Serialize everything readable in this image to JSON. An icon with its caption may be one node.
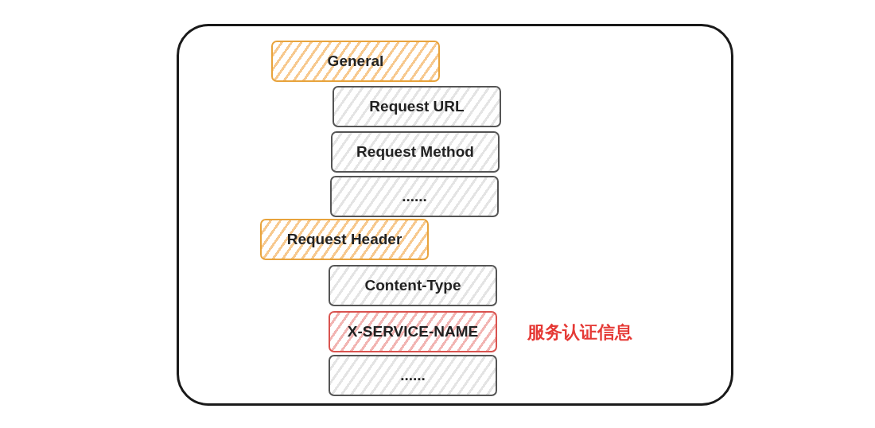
{
  "diagram": {
    "nodes": [
      {
        "text": [],
        "shape": "box"
      },
      {
        "text": [
          "General"
        ],
        "in": 0
      },
      {
        "text": [
          "Request URL"
        ],
        "in": 0
      },
      {
        "text": [
          "Request Method"
        ],
        "in": 0
      },
      {
        "text": [
          "......"
        ],
        "in": 0
      },
      {
        "text": [
          "Request Header"
        ],
        "in": 0
      },
      {
        "text": [
          "Content-Type"
        ],
        "in": 0
      },
      {
        "text": [
          "X-SERVICE-NAME"
        ],
        "beside": [
          "服务认证信息"
        ],
        "in": 0
      },
      {
        "text": [
          "......"
        ],
        "in": 0
      }
    ]
  }
}
